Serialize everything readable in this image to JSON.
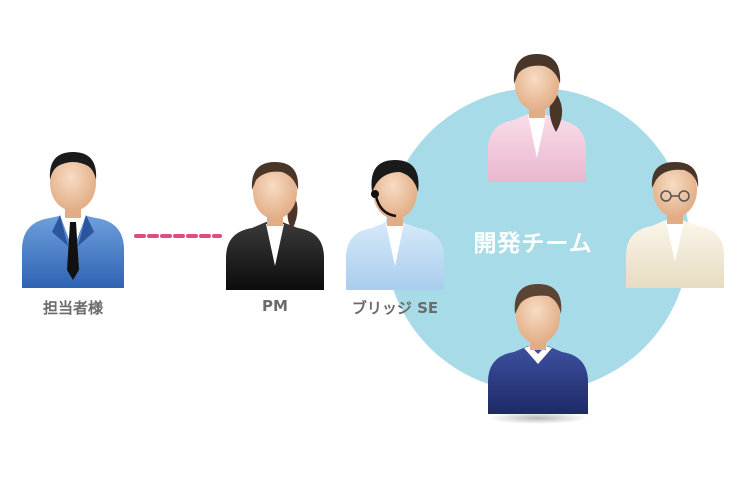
{
  "diagram": {
    "people": {
      "client": {
        "label": "担当者様"
      },
      "pm": {
        "label": "PM"
      },
      "bridge_se": {
        "label": "ブリッジ SE"
      }
    },
    "team": {
      "label": "開発チーム"
    },
    "colors": {
      "team_circle": "#a8dbe8",
      "connector": "#e24a82",
      "label": "#6b6b6b",
      "skin": "#f2c9a6",
      "client_suit": "#3f78c4",
      "pm_suit": "#1e1e1e",
      "bridge_suit": "#b8d8f0",
      "member_pink": "#f3c9dc",
      "member_cream": "#f3ecd8",
      "member_navy": "#2c3c80"
    }
  }
}
